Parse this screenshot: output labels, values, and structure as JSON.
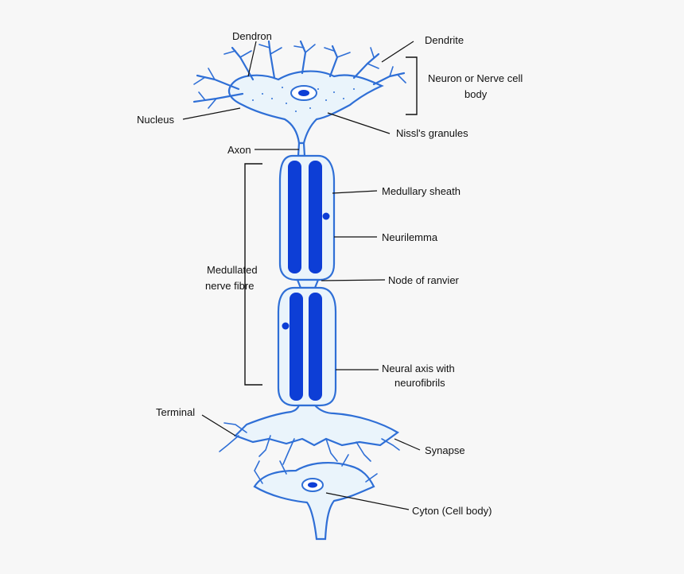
{
  "labels": {
    "dendron": "Dendron",
    "dendrite": "Dendrite",
    "cell_body_line1": "Neuron or Nerve cell",
    "cell_body_line2": "body",
    "nucleus": "Nucleus",
    "nissl": "Nissl's granules",
    "axon": "Axon",
    "medullary_sheath": "Medullary sheath",
    "neurilemma": "Neurilemma",
    "medullated_line1": "Medullated",
    "medullated_line2": "nerve fibre",
    "node_of_ranvier": "Node of ranvier",
    "neural_axis_line1": "Neural axis with",
    "neural_axis_line2": "neurofibrils",
    "terminal": "Terminal",
    "synapse": "Synapse",
    "cyton": "Cyton (Cell body)"
  },
  "colors": {
    "membrane": "#2f6fd6",
    "axis": "#0d3ed6",
    "cytoplasm": "#eaf4fb",
    "ink": "#111111",
    "background": "#f7f7f7"
  }
}
